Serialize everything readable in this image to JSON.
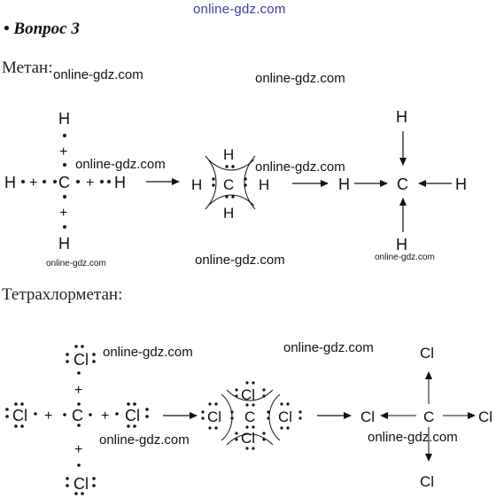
{
  "header": {
    "site": "online-gdz.com"
  },
  "question": {
    "title": "• Вопрос 3"
  },
  "methane": {
    "label": "Метан:",
    "H": "H",
    "C": "C",
    "plus": "+"
  },
  "ccl4": {
    "label": "Тетрахлорметан:",
    "Cl": "Cl",
    "C": "C",
    "plus": "+"
  },
  "watermark": "online-gdz.com",
  "colors": {
    "watermark_header": "#3a3aa8",
    "ink": "#111111"
  }
}
